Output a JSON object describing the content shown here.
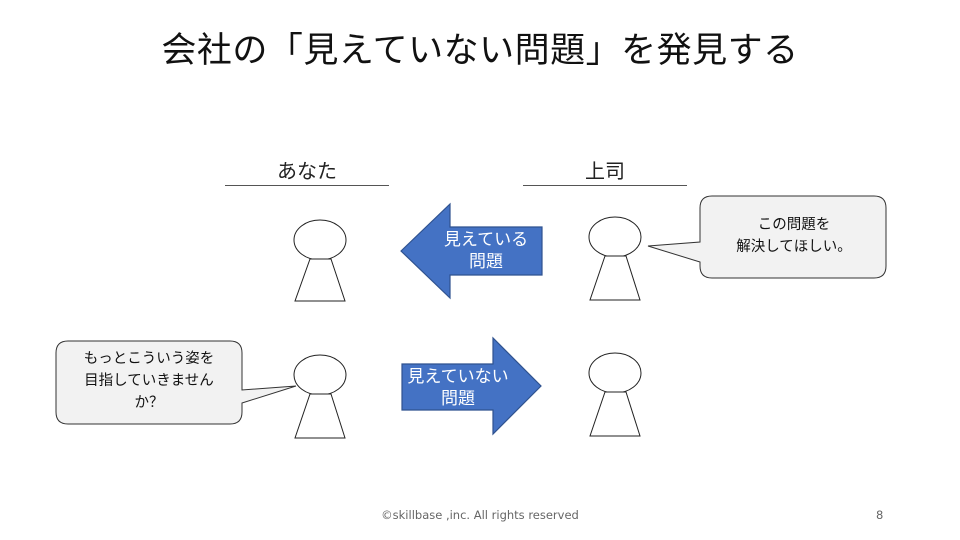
{
  "title": "会社の「見えていない問題」を発見する",
  "columns": {
    "you": "あなた",
    "boss": "上司"
  },
  "arrow_left": {
    "line1": "見えている",
    "line2": "問題",
    "color": "#4472C4"
  },
  "arrow_right": {
    "line1": "見えていない",
    "line2": "問題",
    "color": "#4472C4"
  },
  "bubble_boss": {
    "line1": "この問題を",
    "line2": "解決してほしい。"
  },
  "bubble_you": {
    "line1": "もっとこういう姿を",
    "line2": "目指していきません",
    "line3": "か？"
  },
  "footer": {
    "copyright": "©skillbase ,inc. All rights reserved",
    "page": "8"
  }
}
